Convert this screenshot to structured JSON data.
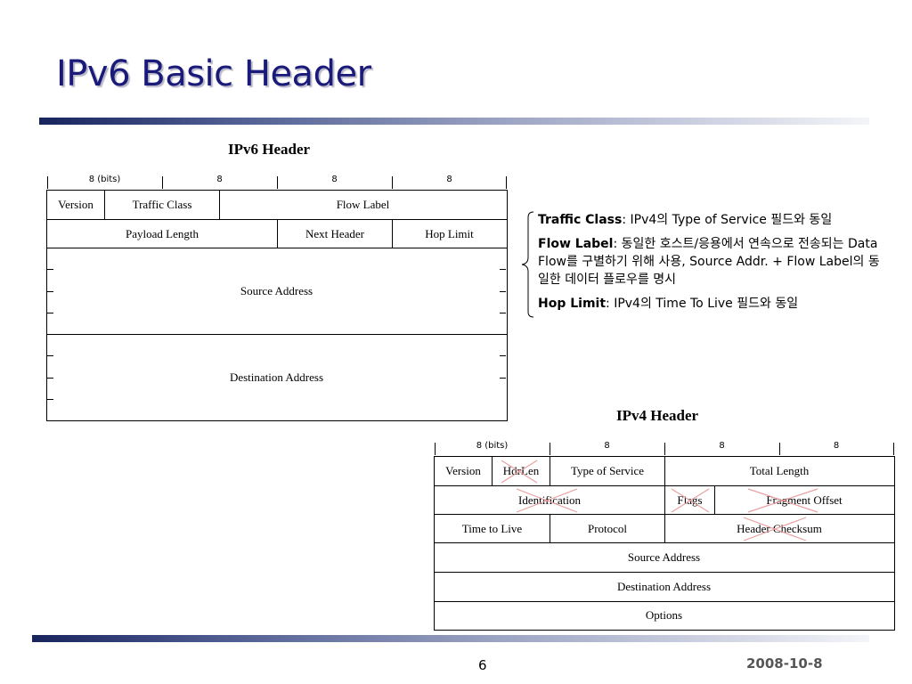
{
  "slide": {
    "title": "IPv6 Basic Header",
    "page_number": "6",
    "date": "2008-10-8"
  },
  "ipv6": {
    "caption": "IPv6 Header",
    "bits": [
      "8 (bits)",
      "8",
      "8",
      "8"
    ],
    "fields": {
      "version": "Version",
      "traffic_class": "Traffic Class",
      "flow_label": "Flow Label",
      "payload_length": "Payload Length",
      "next_header": "Next Header",
      "hop_limit": "Hop Limit",
      "source_address": "Source Address",
      "destination_address": "Destination Address"
    }
  },
  "notes": {
    "traffic_class_term": "Traffic Class",
    "traffic_class_desc": ": IPv4의 Type of Service 필드와 동일",
    "flow_label_term": "Flow Label",
    "flow_label_desc": ": 동일한 호스트/응용에서 연속으로 전송되는 Data Flow를 구별하기 위해 사용, Source Addr. + Flow Label의 동일한 데이터 플로우를 명시",
    "hop_limit_term": "Hop Limit",
    "hop_limit_desc": ": IPv4의 Time To Live 필드와 동일"
  },
  "ipv4": {
    "caption": "IPv4 Header",
    "bits": [
      "8 (bits)",
      "8",
      "8",
      "8"
    ],
    "fields": {
      "version": "Version",
      "hdrlen": "HdrLen",
      "type_of_service": "Type of Service",
      "total_length": "Total Length",
      "identification": "Identification",
      "flags": "Flags",
      "fragment_offset": "Fragment Offset",
      "time_to_live": "Time to Live",
      "protocol": "Protocol",
      "header_checksum": "Header Checksum",
      "source_address": "Source Address",
      "destination_address": "Destination Address",
      "options": "Options"
    },
    "removed_fields": [
      "HdrLen",
      "Identification",
      "Flags",
      "Fragment Offset",
      "Header Checksum"
    ],
    "strike_color": "#e8a0a0"
  }
}
